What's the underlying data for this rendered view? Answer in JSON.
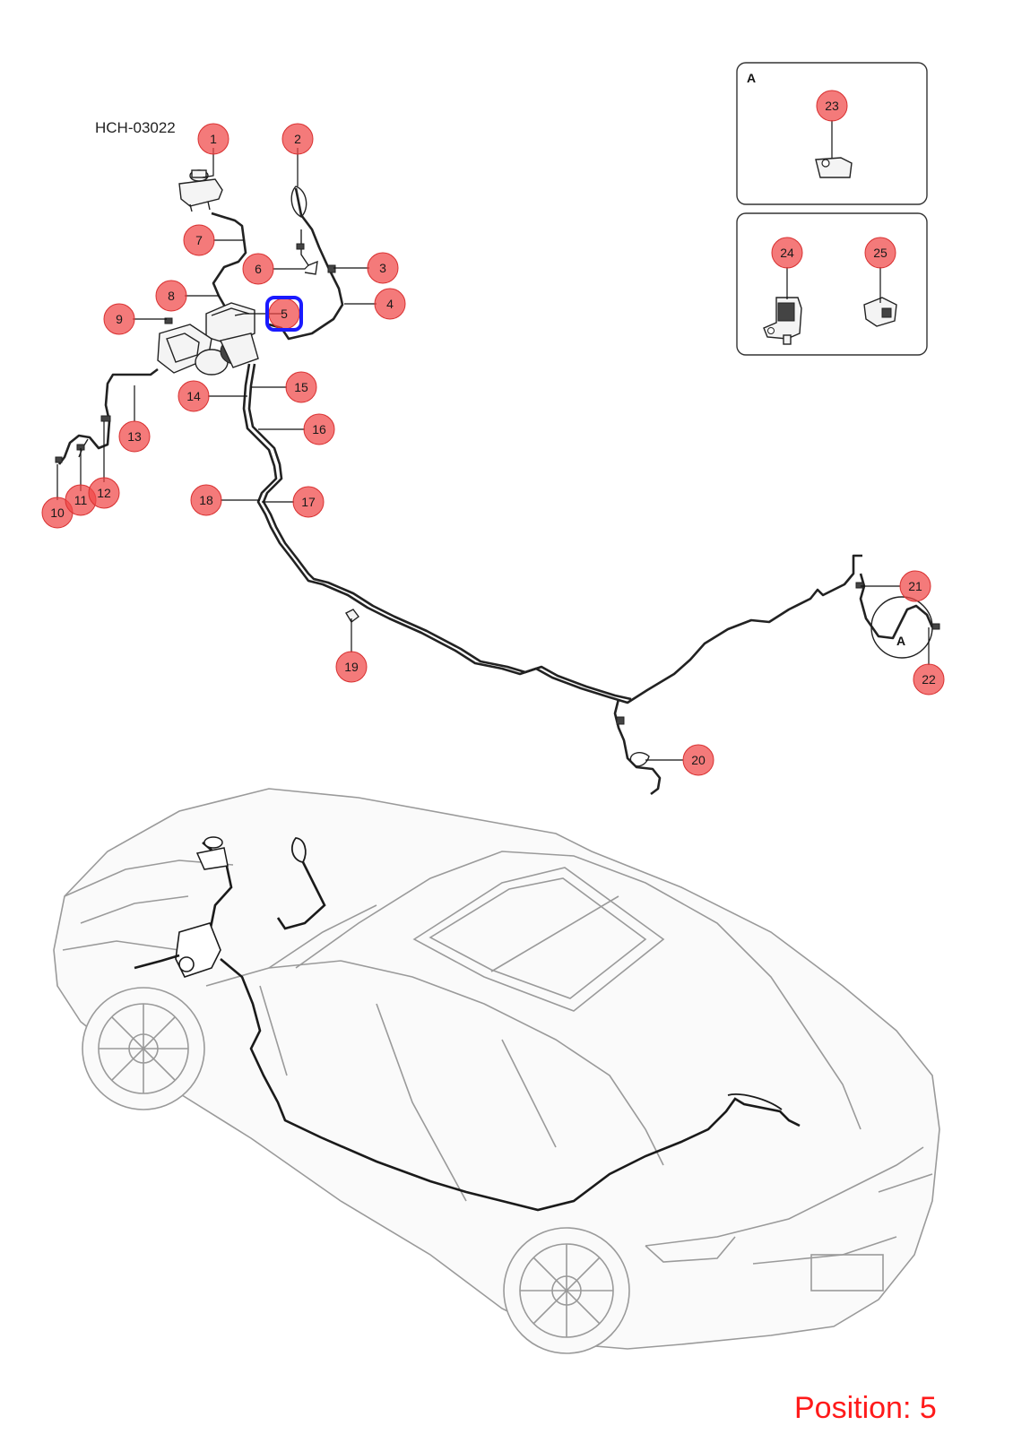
{
  "drawing_id": "HCH-03022",
  "position_label": "Position: 5",
  "highlighted_callout": "5",
  "detail_a_label": "A",
  "detail_b_label": "",
  "detail_marker_label": "A",
  "callouts": [
    {
      "id": "1",
      "label": "1"
    },
    {
      "id": "2",
      "label": "2"
    },
    {
      "id": "3",
      "label": "3"
    },
    {
      "id": "4",
      "label": "4"
    },
    {
      "id": "5",
      "label": "5"
    },
    {
      "id": "6",
      "label": "6"
    },
    {
      "id": "7",
      "label": "7"
    },
    {
      "id": "8",
      "label": "8"
    },
    {
      "id": "9",
      "label": "9"
    },
    {
      "id": "10",
      "label": "10"
    },
    {
      "id": "11",
      "label": "11"
    },
    {
      "id": "12",
      "label": "12"
    },
    {
      "id": "13",
      "label": "13"
    },
    {
      "id": "14",
      "label": "14"
    },
    {
      "id": "15",
      "label": "15"
    },
    {
      "id": "16",
      "label": "16"
    },
    {
      "id": "17",
      "label": "17"
    },
    {
      "id": "18",
      "label": "18"
    },
    {
      "id": "19",
      "label": "19"
    },
    {
      "id": "20",
      "label": "20"
    },
    {
      "id": "21",
      "label": "21"
    },
    {
      "id": "22",
      "label": "22"
    },
    {
      "id": "23",
      "label": "23"
    },
    {
      "id": "24",
      "label": "24"
    },
    {
      "id": "25",
      "label": "25"
    }
  ],
  "colors": {
    "callout_fill": "#f04646",
    "highlight": "#1a1aff",
    "position_text": "#ff1a1a",
    "car_outline": "#9a9a9a"
  }
}
